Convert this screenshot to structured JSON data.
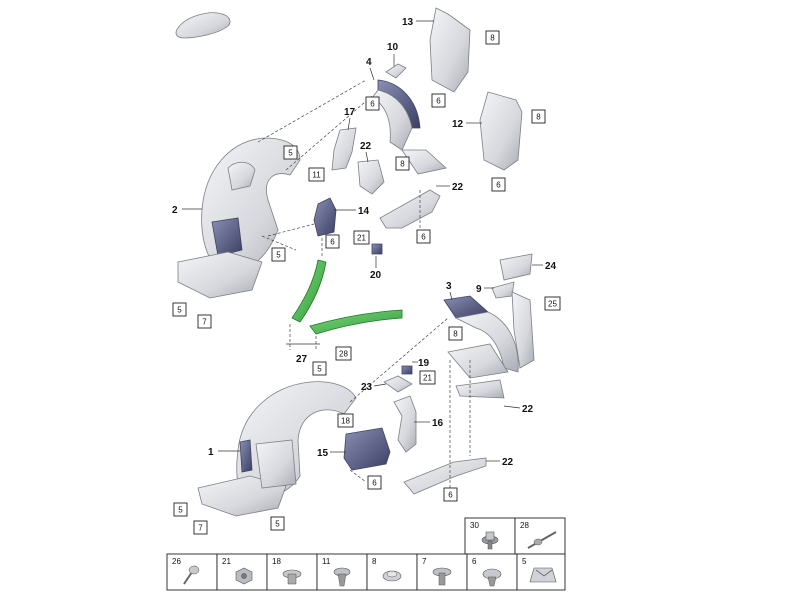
{
  "callouts": {
    "c1": "1",
    "c2": "2",
    "c3": "3",
    "c4": "4",
    "c9": "9",
    "c10": "10",
    "c12": "12",
    "c13": "13",
    "c14": "14",
    "c15": "15",
    "c16": "16",
    "c17": "17",
    "c19": "19",
    "c20": "20",
    "c22a": "22",
    "c22b": "22",
    "c22c": "22",
    "c22d": "22",
    "c23": "23",
    "c24": "24",
    "c27": "27"
  },
  "boxed_callouts": {
    "b5a": "5",
    "b5b": "5",
    "b5c": "5",
    "b5d": "5",
    "b5e": "5",
    "b5f": "5",
    "b6a": "6",
    "b6b": "6",
    "b6c": "6",
    "b6d": "6",
    "b6e": "6",
    "b6f": "6",
    "b6g": "6",
    "b7a": "7",
    "b7b": "7",
    "b8a": "8",
    "b8b": "8",
    "b8c": "8",
    "b8d": "8",
    "b11": "11",
    "b18": "18",
    "b21a": "21",
    "b21b": "21",
    "b25": "25",
    "b28": "28"
  },
  "legend": {
    "top_row": [
      {
        "num": "30",
        "icon": "torx-bolt-icon"
      },
      {
        "num": "28",
        "icon": "long-screw-icon"
      }
    ],
    "bottom_row": [
      {
        "num": "26",
        "icon": "screw-icon"
      },
      {
        "num": "21",
        "icon": "hex-nut-icon"
      },
      {
        "num": "18",
        "icon": "clip-screw-icon"
      },
      {
        "num": "11",
        "icon": "expansion-rivet-icon"
      },
      {
        "num": "8",
        "icon": "plastic-rivet-icon"
      },
      {
        "num": "7",
        "icon": "flange-screw-icon"
      },
      {
        "num": "6",
        "icon": "push-rivet-icon"
      },
      {
        "num": "5",
        "icon": "spring-clip-icon"
      }
    ]
  },
  "colors": {
    "part_light": "#e9eaed",
    "part_shadow": "#b7b9c0",
    "part_dark": "#4b5178",
    "highlight_green": "#3fb54a",
    "line": "#222222"
  }
}
